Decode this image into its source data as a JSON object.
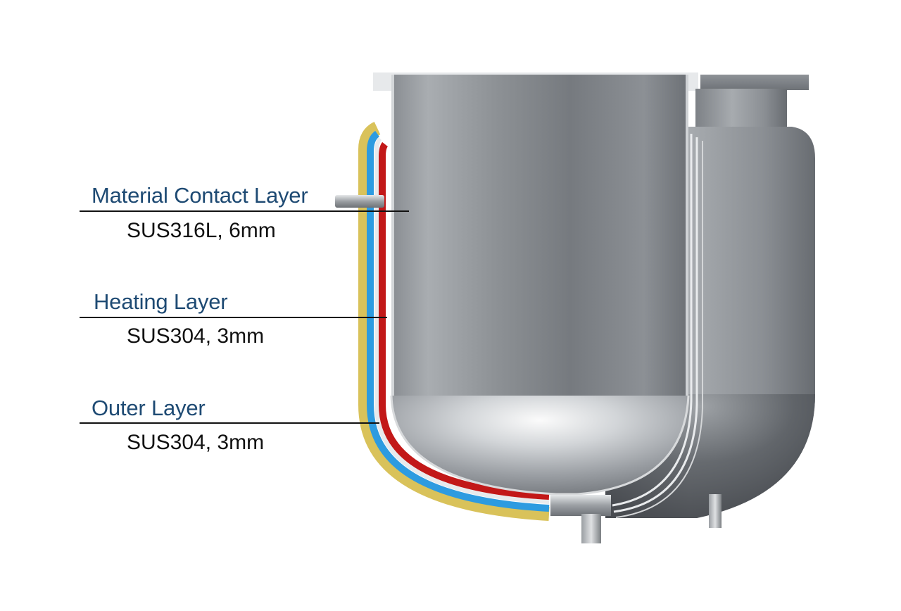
{
  "layers": [
    {
      "name": "Material Contact Layer",
      "spec": "SUS316L, 6mm",
      "color": "#9aa0a6"
    },
    {
      "name": "Heating Layer",
      "spec": "SUS304, 3mm",
      "color": "#c21818"
    },
    {
      "name": "Outer Layer",
      "spec": "SUS304, 3mm",
      "color": "#2d9be0"
    }
  ],
  "colors": {
    "title_text": "#1e4a73",
    "spec_text": "#111111",
    "insulation_trim": "#d9c25a",
    "steel_dark": "#6f7378",
    "steel_light": "#d4d7da"
  }
}
